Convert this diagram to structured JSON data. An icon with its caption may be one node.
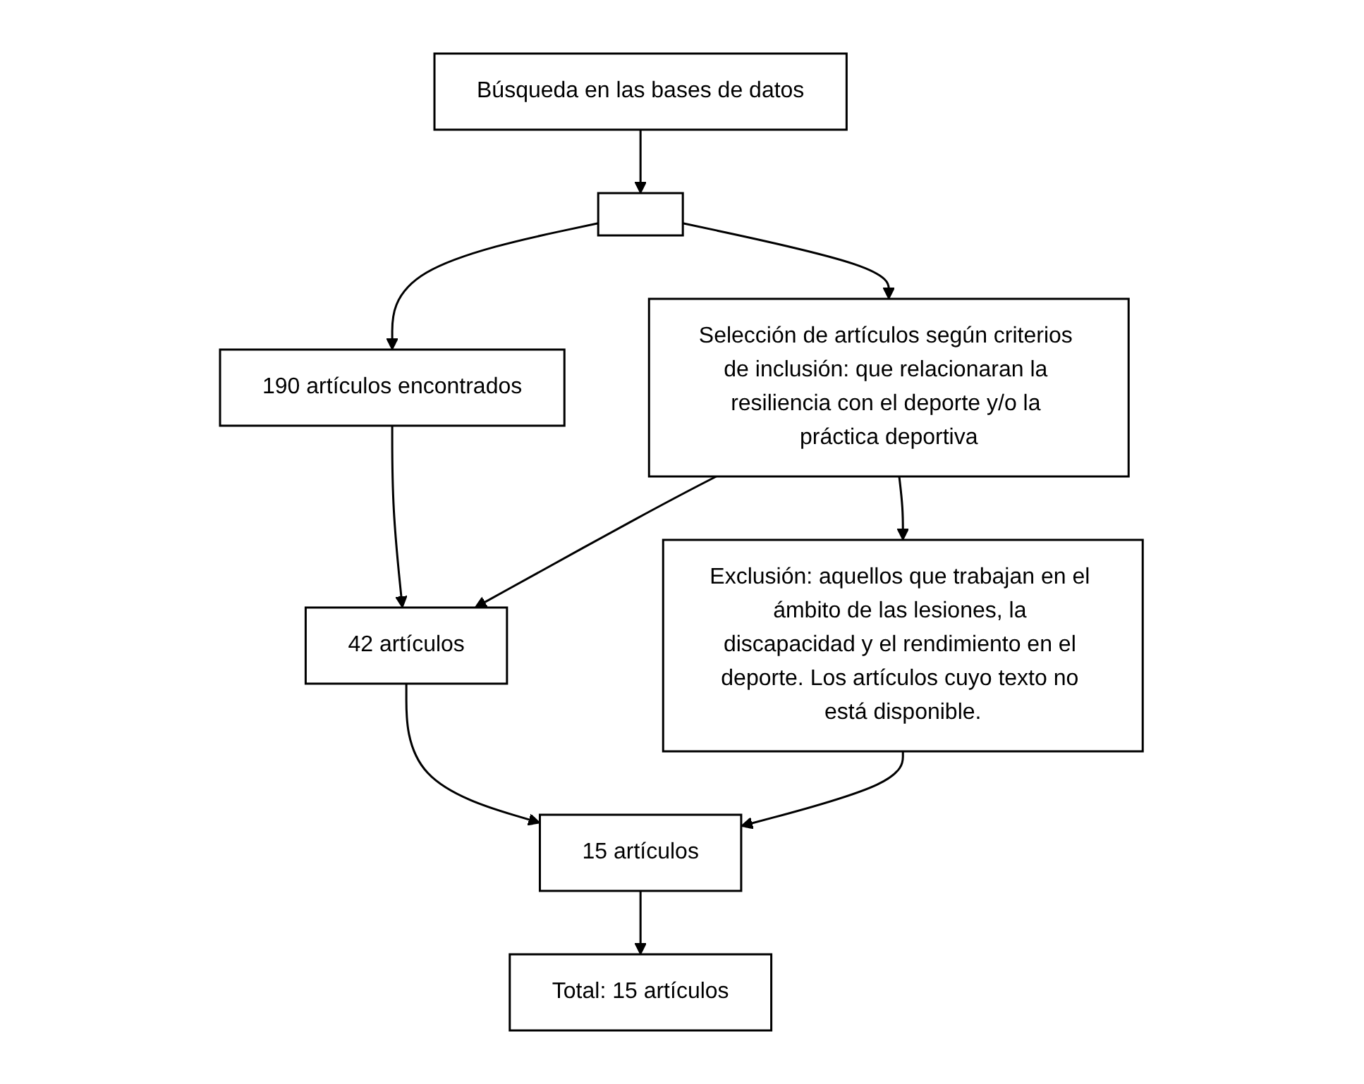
{
  "diagram": {
    "nodes": [
      {
        "text": [
          "Búsqueda en las bases de datos"
        ]
      },
      {
        "text": [],
        "shape": "box"
      },
      {
        "text": [
          "190 artículos encontrados"
        ]
      },
      {
        "text": [
          "Selección de artículos según criterios de inclusión: que relacionaran la resiliencia con el deporte y/o la práctica deportiva"
        ]
      },
      {
        "text": [
          "42 artículos"
        ]
      },
      {
        "text": [
          "Exclusión: aquellos que trabajan en el ámbito de las lesiones, la discapacidad y el rendimiento en el deporte. Los artículos cuyo texto no está disponible."
        ]
      },
      {
        "text": [
          "15 artículos"
        ]
      },
      {
        "text": [
          "Total: 15 artículos"
        ]
      }
    ],
    "edges": [
      {
        "from": 0,
        "to": 1,
        "arrow": "to"
      },
      {
        "from": 1,
        "to": 2,
        "arrow": "to"
      },
      {
        "from": 1,
        "to": 3,
        "arrow": "to"
      },
      {
        "from": 2,
        "to": 4,
        "arrow": "to"
      },
      {
        "from": 3,
        "to": 4,
        "arrow": "to"
      },
      {
        "from": 3,
        "to": 5,
        "arrow": "to"
      },
      {
        "from": 4,
        "to": 6,
        "arrow": "to"
      },
      {
        "from": 5,
        "to": 6,
        "arrow": "to"
      },
      {
        "from": 6,
        "to": 7,
        "arrow": "to"
      }
    ]
  }
}
